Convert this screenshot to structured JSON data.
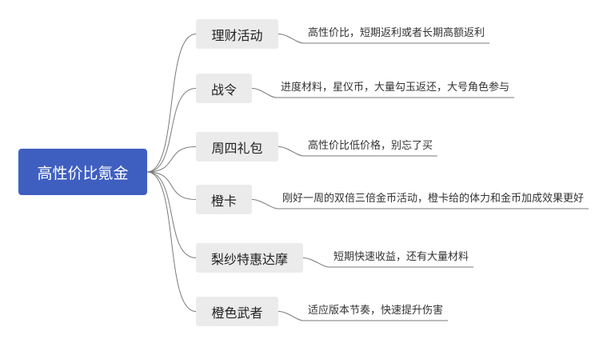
{
  "root": {
    "label": "高性价比氪金"
  },
  "branches": [
    {
      "label": "理财活动",
      "note": "高性价比，短期返利或者长期高额返利"
    },
    {
      "label": "战令",
      "note": "进度材料，星仪币，大量勾玉返还，大号角色参与"
    },
    {
      "label": "周四礼包",
      "note": "高性价比低价格，别忘了买"
    },
    {
      "label": "橙卡",
      "note": "刚好一周的双倍三倍金币活动，橙卡给的体力和金币加成效果更好"
    },
    {
      "label": "梨纱特惠达摩",
      "note": "短期快速收益，还有大量材料"
    },
    {
      "label": "橙色武者",
      "note": "适应版本节奏，快速提升伤害"
    }
  ],
  "colors": {
    "root_fill": "#3f5fc0",
    "node_fill": "#ebebeb",
    "line": "#7a7a7a"
  }
}
